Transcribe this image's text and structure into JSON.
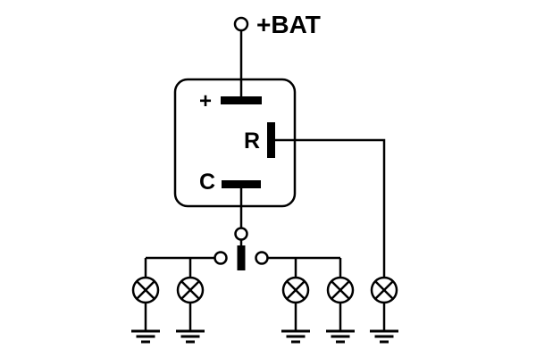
{
  "diagram": {
    "type": "flasher-relay-wiring-diagram",
    "labels": {
      "battery_terminal": "+BAT",
      "plus_terminal": "+",
      "r_terminal": "R",
      "c_terminal": "C"
    },
    "colors": {
      "line": "#000000",
      "background": "#ffffff"
    },
    "counts": {
      "lamps": 5,
      "grounds": 5,
      "switch_terminals": 3
    }
  }
}
